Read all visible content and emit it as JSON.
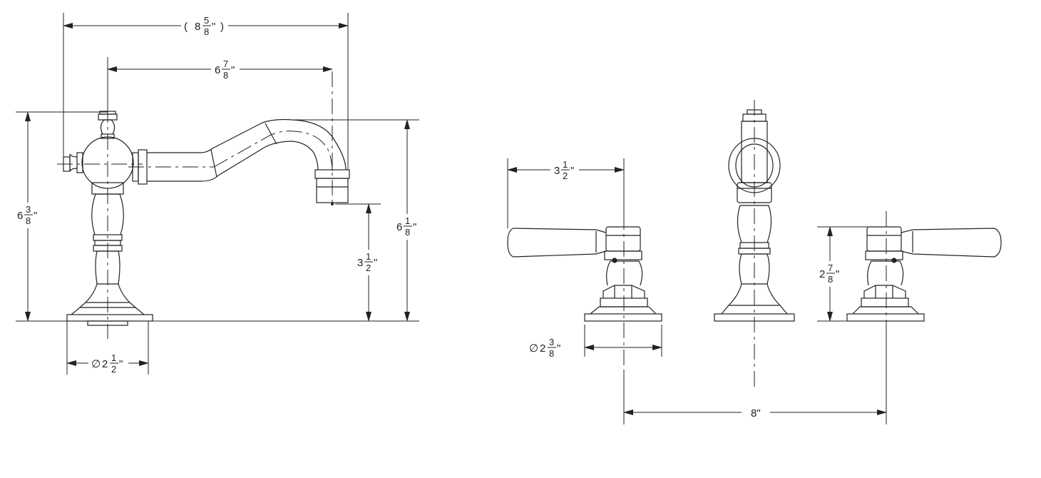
{
  "colors": {
    "line": "#222222",
    "background": "#ffffff"
  },
  "dimensions": {
    "overall_reach": {
      "whole": "8",
      "num": "5",
      "den": "8",
      "unit": "\"",
      "open_paren": "(",
      "close_paren": ")"
    },
    "spout_reach": {
      "whole": "6",
      "num": "7",
      "den": "8",
      "unit": "\""
    },
    "overall_height": {
      "whole": "6",
      "num": "3",
      "den": "8",
      "unit": "\""
    },
    "spout_height": {
      "whole": "6",
      "num": "1",
      "den": "8",
      "unit": "\""
    },
    "spout_clearance": {
      "whole": "3",
      "num": "1",
      "den": "2",
      "unit": "\""
    },
    "spout_base_diameter": {
      "prefix": "∅",
      "whole": "2",
      "num": "1",
      "den": "2",
      "unit": "\""
    },
    "handle_reach": {
      "whole": "3",
      "num": "1",
      "den": "2",
      "unit": "\""
    },
    "handle_height": {
      "whole": "2",
      "num": "7",
      "den": "8",
      "unit": "\""
    },
    "handle_base_diameter": {
      "prefix": "∅",
      "whole": "2",
      "num": "3",
      "den": "8",
      "unit": "\""
    },
    "center_spread": {
      "value": "8\""
    }
  }
}
